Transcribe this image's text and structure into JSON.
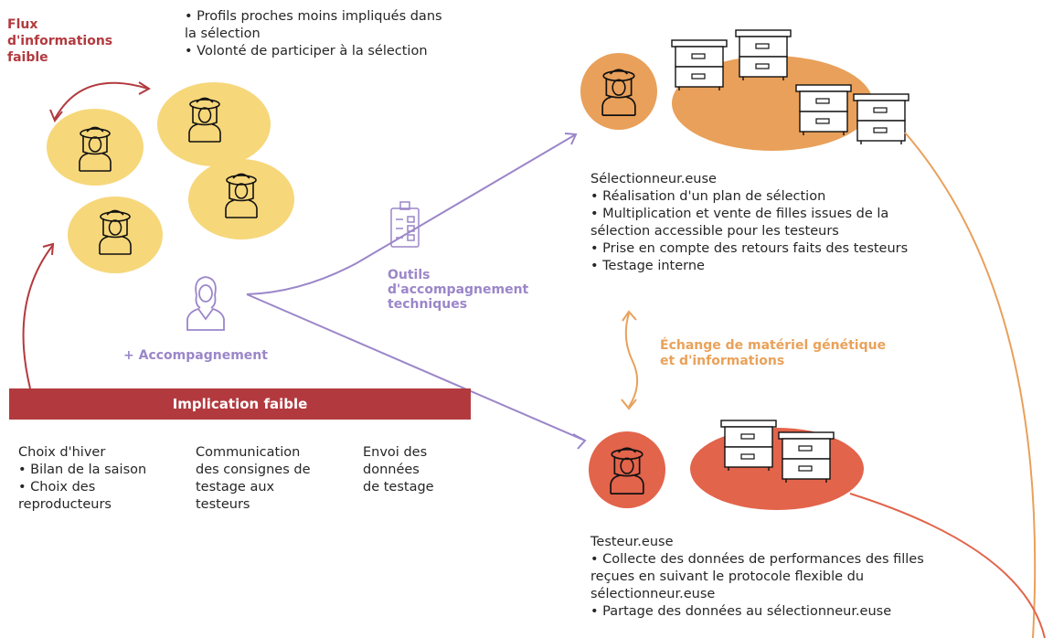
{
  "flux_label": [
    "Flux",
    "d'informations",
    "faible"
  ],
  "profils": [
    "• Profils proches moins impliqués dans",
    "la sélection",
    "• Volonté de participer à la sélection"
  ],
  "outils_label": [
    "Outils",
    "d'accompagnement",
    "techniques"
  ],
  "accompagnement_label": "+ Accompagnement",
  "implication_label": "Implication faible",
  "col1": [
    "Choix d'hiver",
    "• Bilan de la saison",
    "• Choix des",
    "reproducteurs"
  ],
  "col2": [
    "Communication",
    "des consignes de",
    "testage aux",
    "testeurs"
  ],
  "col3": [
    "Envoi des",
    "données",
    "de testage"
  ],
  "selectionneur": [
    "Sélectionneur.euse",
    "• Réalisation d'un plan de sélection",
    "• Multiplication et vente de filles issues de la",
    "sélection accessible pour les testeurs",
    "• Prise en compte des retours faits des testeurs",
    "• Testage interne"
  ],
  "echange_label": [
    "Échange de matériel génétique",
    "et d'informations"
  ],
  "testeur": [
    "Testeur.euse",
    "• Collecte des données de performances des filles",
    "reçues en suivant le protocole flexible du",
    "sélectionneur.euse",
    "• Partage des données au sélectionneur.euse"
  ],
  "colors": {
    "yellow": "#f6d77a",
    "orange": "#e9a05a",
    "tomato": "#e2644b",
    "red": "#b23a3f",
    "purple": "#9b86c9"
  }
}
